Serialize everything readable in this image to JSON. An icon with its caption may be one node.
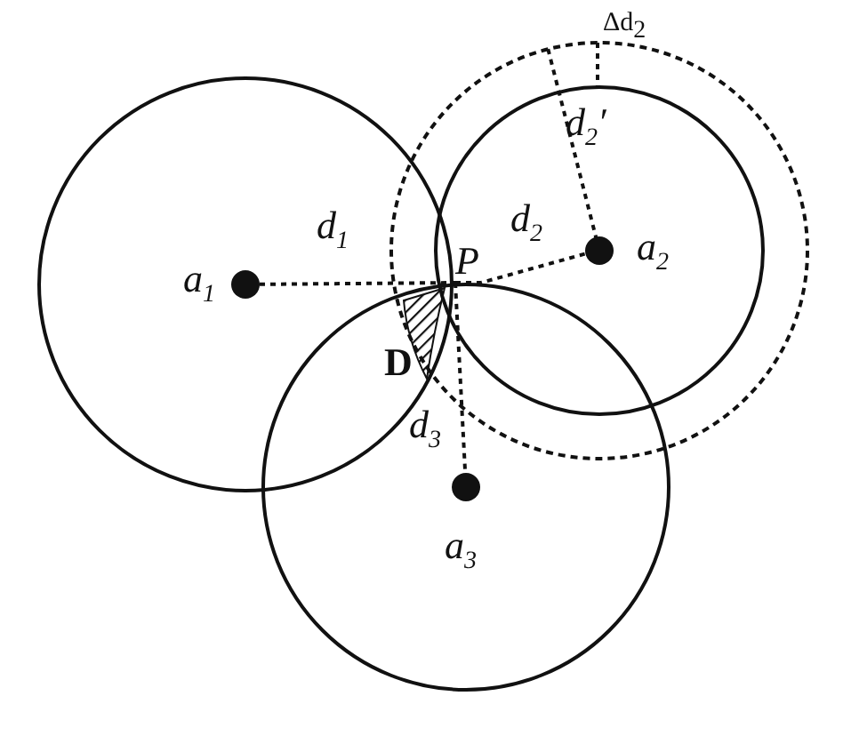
{
  "diagram": {
    "nodes": [
      {
        "text": [],
        "shape": "circle",
        "beside": [
          "a$_{1}$"
        ]
      },
      {
        "text": [],
        "shape": "circle",
        "beside": [
          "a$_{2}$"
        ]
      },
      {
        "text": [],
        "shape": "circle",
        "beside": [
          "a$_{3}$"
        ]
      },
      {
        "text": [
          "P"
        ]
      }
    ],
    "edges": [
      {
        "from": 0,
        "to": 3,
        "arrow": "none",
        "label": "d$_{1}$",
        "style": "dashed"
      },
      {
        "from": 3,
        "to": 1,
        "arrow": "none",
        "label": "d$_{2}$",
        "style": "dashed"
      },
      {
        "from": 3,
        "to": 2,
        "arrow": "none",
        "label": "d$_{3}$",
        "style": "dashed"
      }
    ],
    "labels": [
      "Δd$_{2}$",
      "d$_{2}$′",
      "D"
    ]
  }
}
